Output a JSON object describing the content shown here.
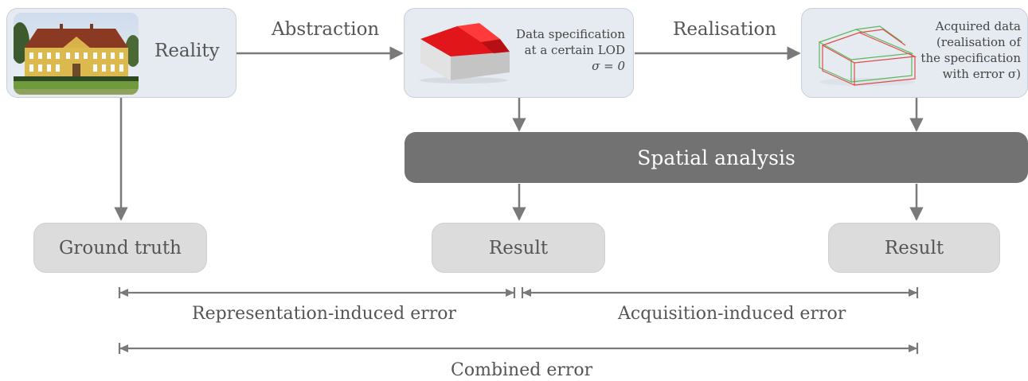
{
  "nodes": {
    "reality": {
      "label": "Reality",
      "image_icon": "manor-house-photo"
    },
    "specification": {
      "line1": "Data specification",
      "line2": "at a certain LOD",
      "sigma": "σ = 0",
      "image_icon": "red-roof-building-model"
    },
    "acquired": {
      "line1": "Acquired data",
      "line2": "(realisation of",
      "line3": "the specification",
      "line4": "with error σ)",
      "image_icon": "wireframe-building-model"
    },
    "spatial_analysis": {
      "label": "Spatial analysis"
    },
    "ground_truth": {
      "label": "Ground truth"
    },
    "result_mid": {
      "label": "Result"
    },
    "result_right": {
      "label": "Result"
    }
  },
  "edges": {
    "abstraction": "Abstraction",
    "realisation": "Realisation"
  },
  "errors": {
    "representation": "Representation-induced error",
    "acquisition": "Acquisition-induced error",
    "combined": "Combined error"
  },
  "colors": {
    "box_fill": "#e6ebf1",
    "grey_box_fill": "#dcdcdc",
    "analysis_bar": "#727272",
    "arrow": "#7a7a7a",
    "roof_red": "#e0161b"
  }
}
